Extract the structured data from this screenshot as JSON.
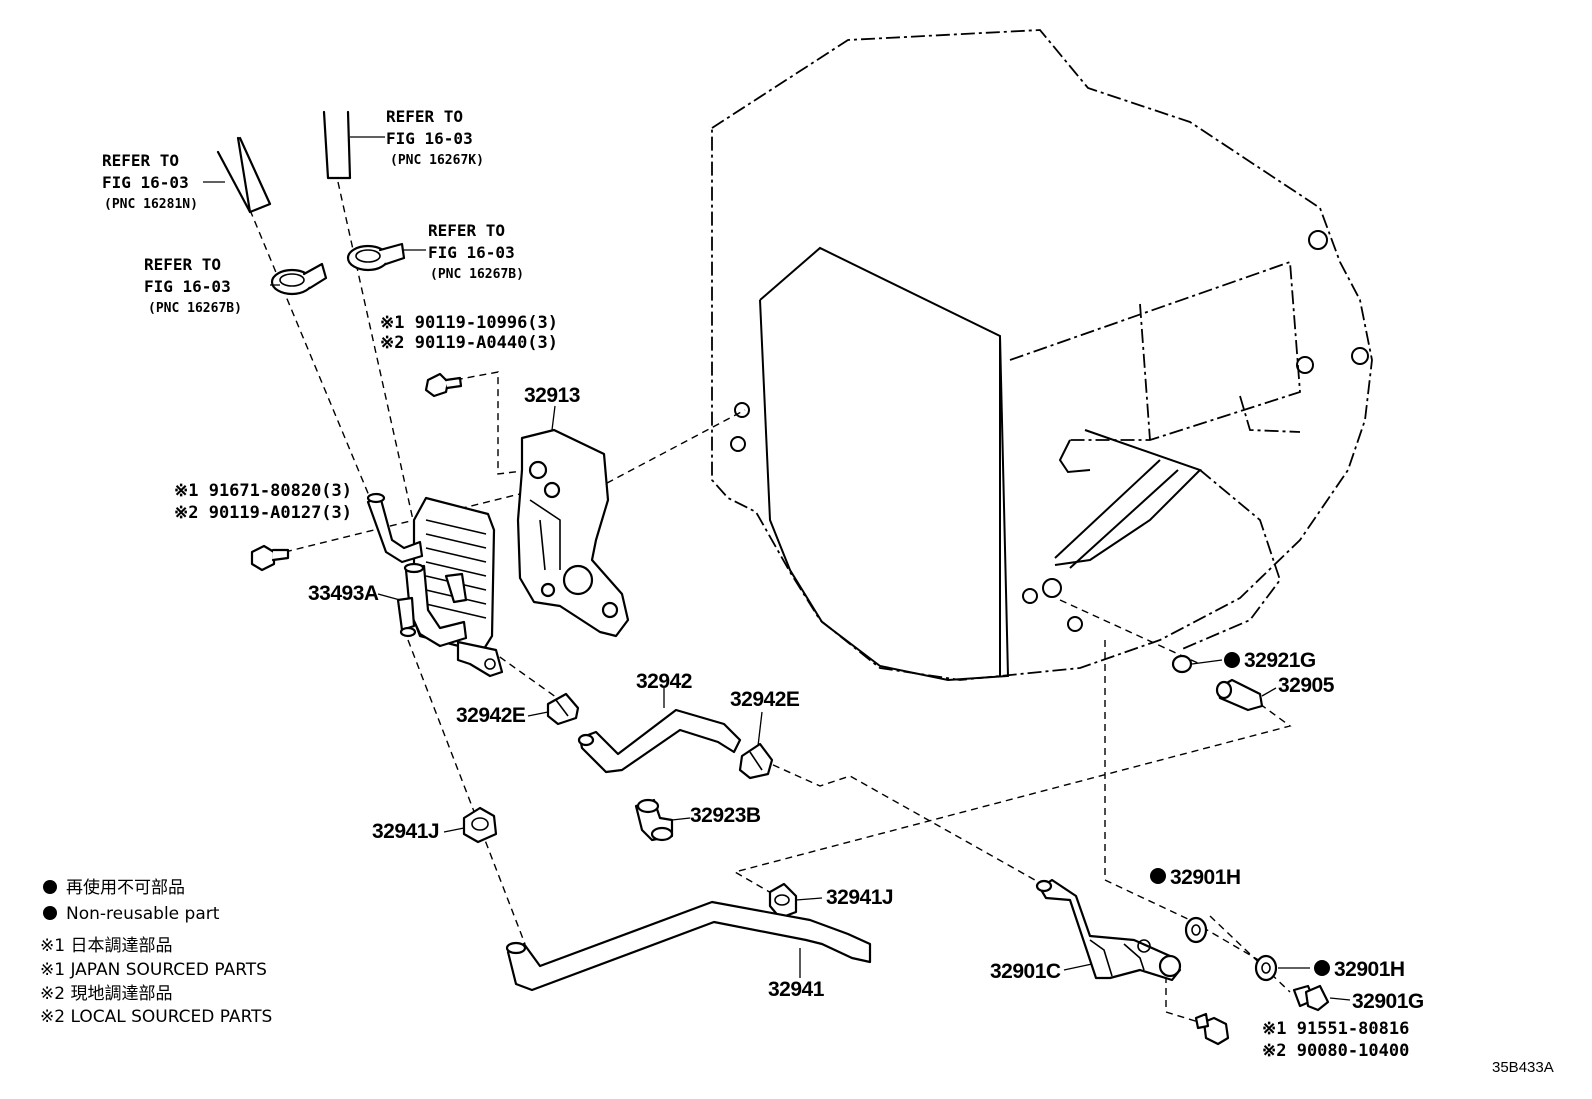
{
  "refs": {
    "ref_a": {
      "line1": "REFER TO",
      "line2": "FIG 16-03",
      "pnc": "(PNC 16281N)"
    },
    "ref_b": {
      "line1": "REFER TO",
      "line2": "FIG 16-03",
      "pnc": "(PNC 16267K)"
    },
    "ref_c": {
      "line1": "REFER TO",
      "line2": "FIG 16-03",
      "pnc": "(PNC 16267B)"
    },
    "ref_d": {
      "line1": "REFER TO",
      "line2": "FIG 16-03",
      "pnc": "(PNC 16267B)"
    }
  },
  "parts": {
    "bolt_top": {
      "line1": "※1 90119-10996(3)",
      "line2": "※2 90119-A0440(3)"
    },
    "bolt_left": {
      "line1": "※1 91671-80820(3)",
      "line2": "※2 90119-A0127(3)"
    },
    "bolt_bottom": {
      "line1": "※1 91551-80816",
      "line2": "※2 90080-10400"
    },
    "p32913": "32913",
    "p33493A": "33493A",
    "p32942E_a": "32942E",
    "p32942": "32942",
    "p32942E_b": "32942E",
    "p32923B": "32923B",
    "p32941J_a": "32941J",
    "p32941J_b": "32941J",
    "p32941": "32941",
    "p32921G": "32921G",
    "p32905": "32905",
    "p32901H_a": "32901H",
    "p32901H_b": "32901H",
    "p32901C": "32901C",
    "p32901G": "32901G"
  },
  "legend": {
    "nonreusable_jp": "再使用不可部品",
    "nonreusable_en": "Non-reusable part",
    "japan_jp": "※1 日本調達部品",
    "japan_en": "※1 JAPAN SOURCED PARTS",
    "local_jp": "※2 現地調達部品",
    "local_en": "※2 LOCAL SOURCED PARTS"
  },
  "diagram_code": "35B433A"
}
